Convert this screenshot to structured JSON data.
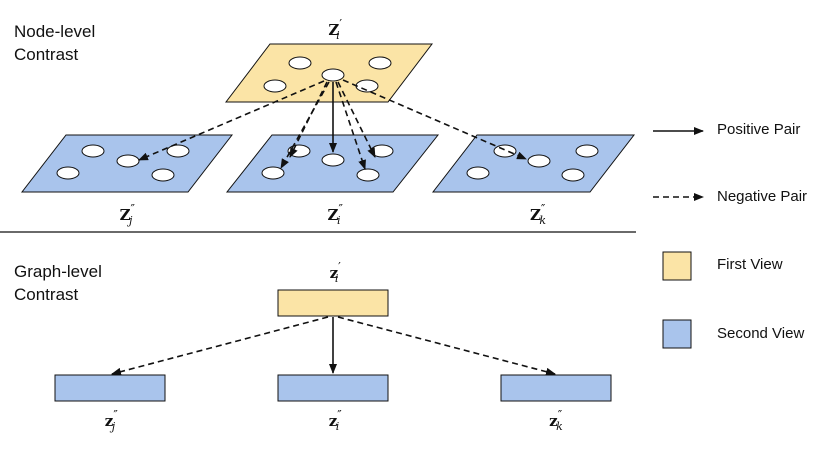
{
  "sections": {
    "node_level": "Node-level\nContrast",
    "graph_level": "Graph-level\nContrast"
  },
  "node_labels": {
    "anchor": {
      "sym": "Z",
      "prime": "′",
      "sub": "i"
    },
    "left": {
      "sym": "Z",
      "prime": "″",
      "sub": "j"
    },
    "middle": {
      "sym": "Z",
      "prime": "″",
      "sub": "i"
    },
    "right": {
      "sym": "Z",
      "prime": "″",
      "sub": "k"
    }
  },
  "graph_labels": {
    "anchor": {
      "sym": "z",
      "prime": "′",
      "sub": "i"
    },
    "left": {
      "sym": "z",
      "prime": "″",
      "sub": "j"
    },
    "middle": {
      "sym": "z",
      "prime": "″",
      "sub": "i"
    },
    "right": {
      "sym": "z",
      "prime": "″",
      "sub": "k"
    }
  },
  "legend": {
    "positive": "Positive Pair",
    "negative": "Negative Pair",
    "first_view": "First View",
    "second_view": "Second View"
  },
  "colors": {
    "first_view": "#fbe4a6",
    "second_view": "#a9c4ec",
    "stroke": "#111111"
  }
}
